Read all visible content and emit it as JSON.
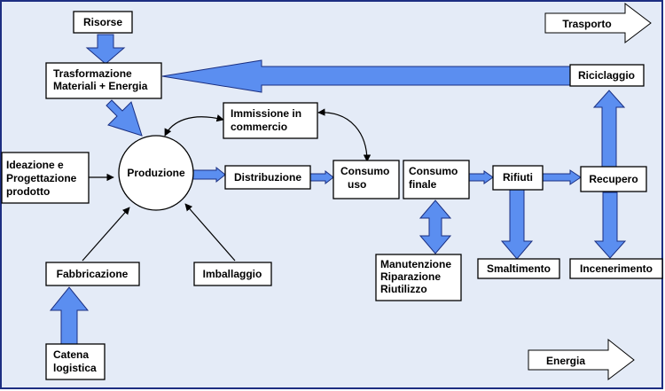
{
  "colors": {
    "background": "#e4ebf7",
    "frame": "#1d2e82",
    "box_fill": "#ffffff",
    "box_stroke": "#000000",
    "arrow_fill": "#5b8ef0",
    "arrow_stroke": "#1a2f82",
    "outline_arrow_fill": "#ffffff"
  },
  "nodes": {
    "risorse": [
      "Risorse"
    ],
    "trasformazione": [
      "Trasformazione",
      "Materiali + Energia"
    ],
    "riciclaggio": [
      "Riciclaggio"
    ],
    "immissione": [
      "Immissione in",
      "commercio"
    ],
    "ideazione": [
      "Ideazione e",
      "Progettazione",
      "prodotto"
    ],
    "produzione": [
      "Produzione"
    ],
    "distribuzione": [
      "Distribuzione"
    ],
    "consumo_uso": [
      "Consumo",
      "uso"
    ],
    "consumo_finale": [
      "Consumo",
      "finale"
    ],
    "rifiuti": [
      "Rifiuti"
    ],
    "recupero": [
      "Recupero"
    ],
    "fabbricazione": [
      "Fabbricazione"
    ],
    "imballaggio": [
      "Imballaggio"
    ],
    "manutenzione": [
      "Manutenzione",
      "Riparazione",
      "Riutilizzo"
    ],
    "smaltimento": [
      "Smaltimento"
    ],
    "incenerimento": [
      "Incenerimento"
    ],
    "catena": [
      "Catena",
      "logistica"
    ]
  },
  "legend": {
    "trasporto": "Trasporto",
    "energia": "Energia"
  }
}
